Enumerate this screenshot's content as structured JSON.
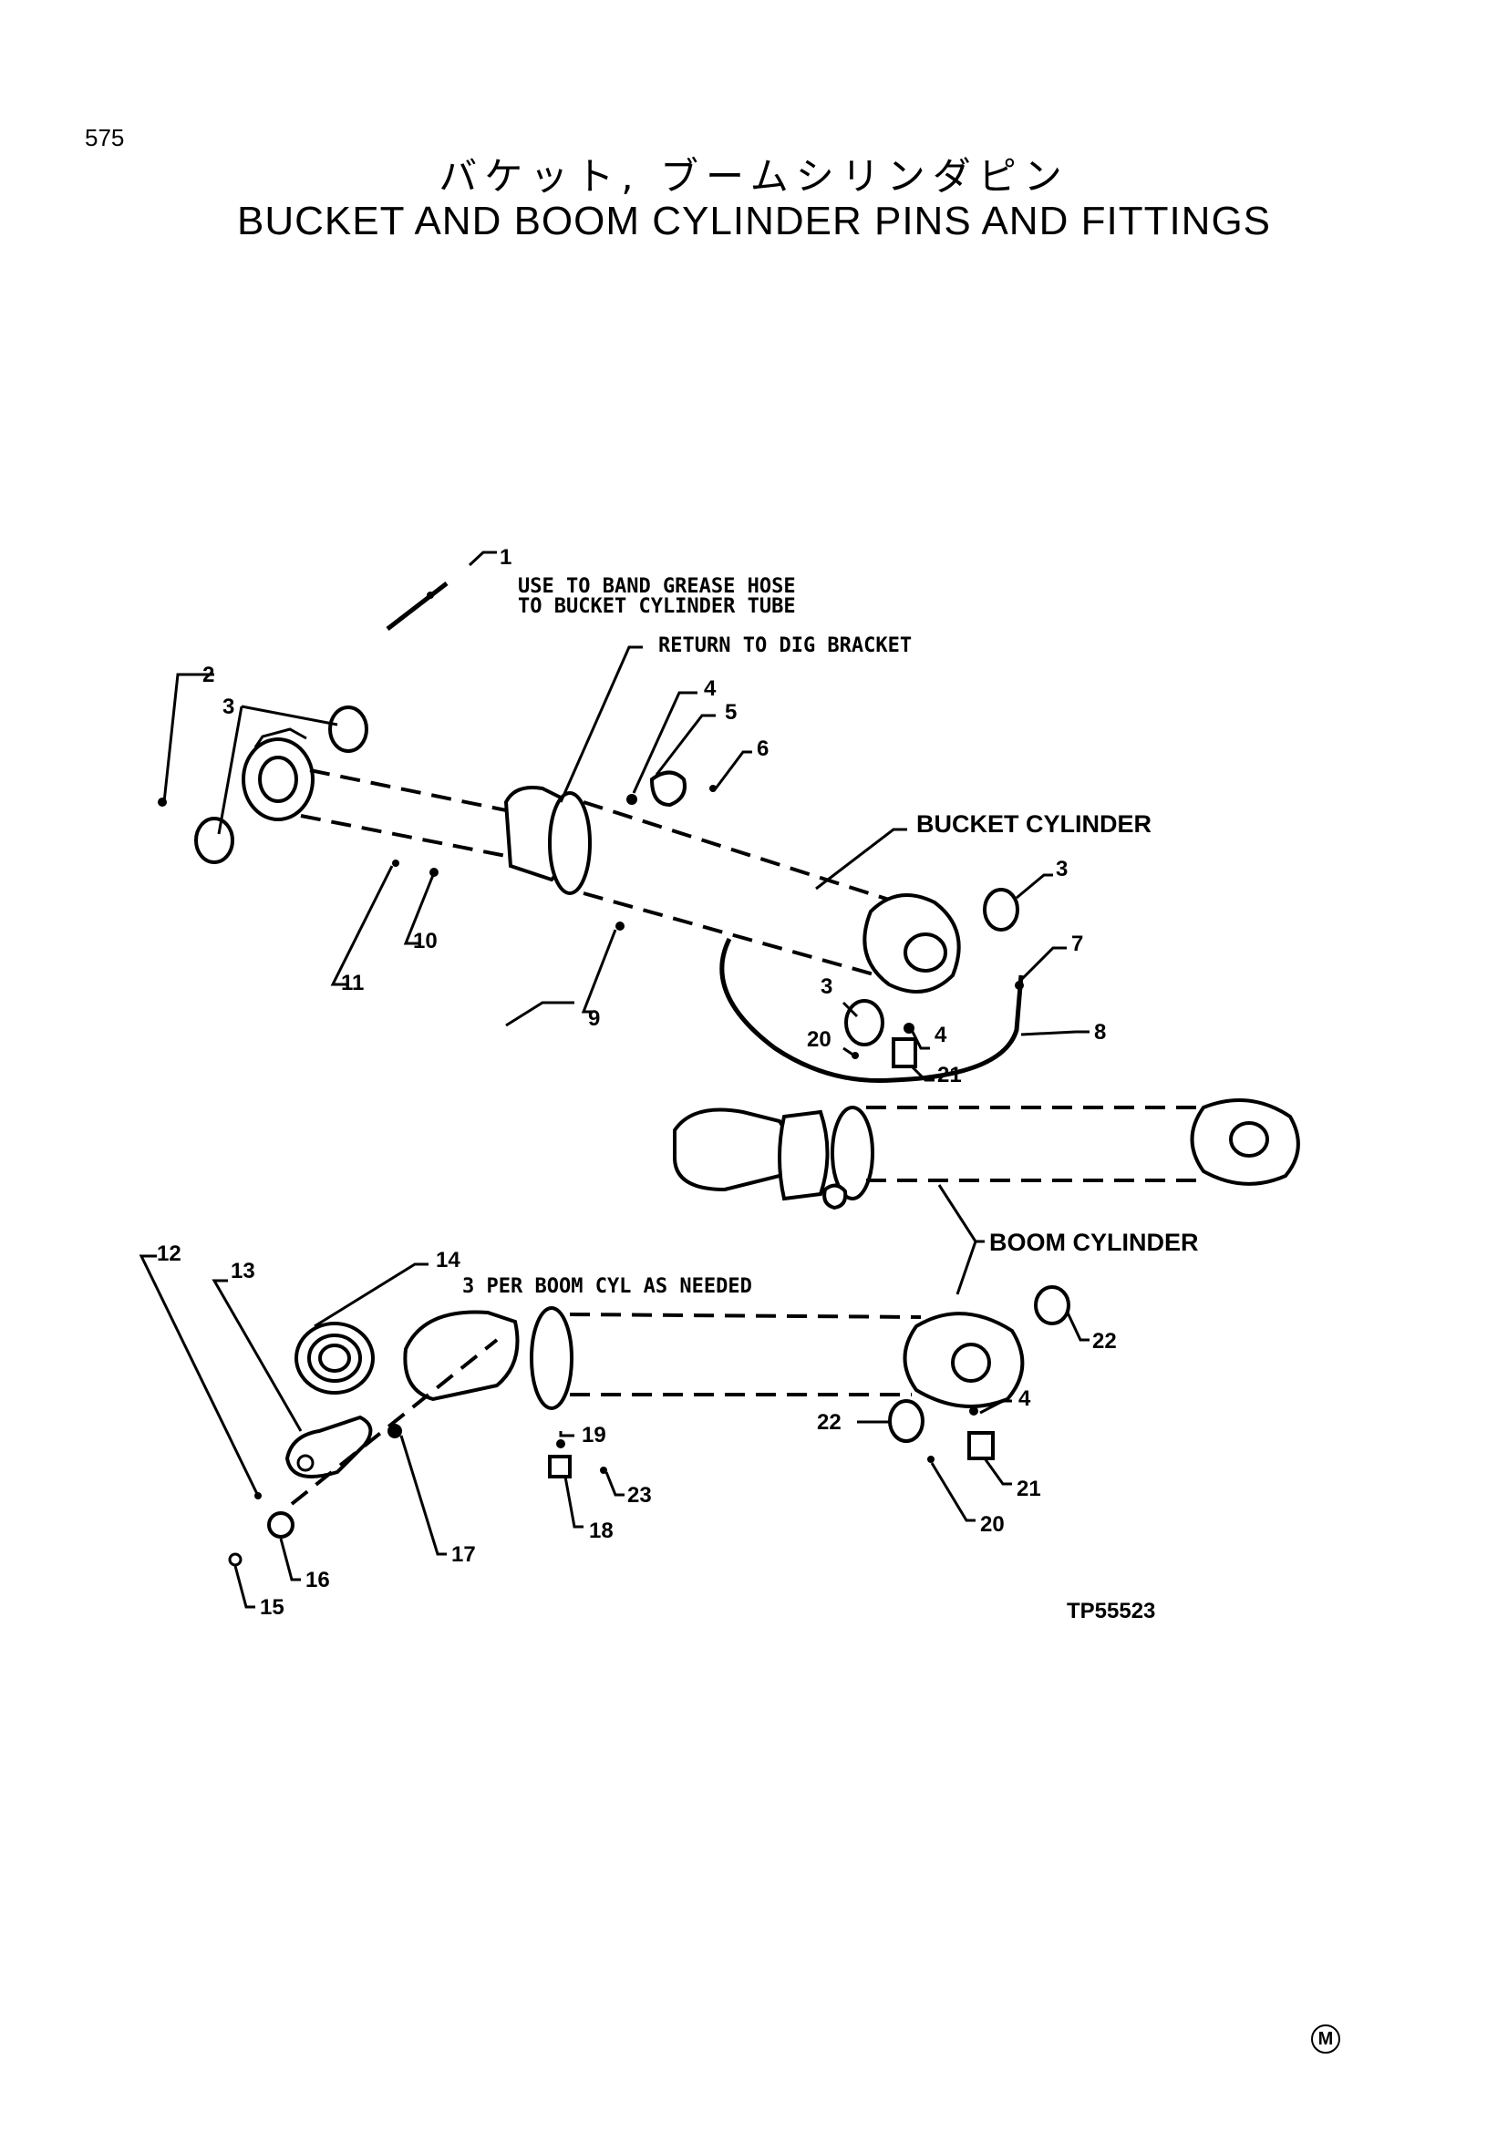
{
  "page_number": "575",
  "title_jp": "バケット, ブームシリンダピン",
  "title_en": "BUCKET AND BOOM CYLINDER PINS AND FITTINGS",
  "notes": {
    "band_line1": "USE TO BAND GREASE HOSE",
    "band_line2": "TO BUCKET CYLINDER TUBE",
    "return": "RETURN TO DIG BRACKET",
    "per_boom": "3 PER BOOM CYL AS NEEDED"
  },
  "labels": {
    "bucket_cylinder": "BUCKET CYLINDER",
    "boom_cylinder": "BOOM CYLINDER"
  },
  "callouts": {
    "c1": "1",
    "c2": "2",
    "c3a": "3",
    "c3b": "3",
    "c3c": "3",
    "c4a": "4",
    "c4b": "4",
    "c4c": "4",
    "c5": "5",
    "c6": "6",
    "c7": "7",
    "c8": "8",
    "c9": "9",
    "c10": "10",
    "c11": "11",
    "c12": "12",
    "c13": "13",
    "c14": "14",
    "c15": "15",
    "c16": "16",
    "c17": "17",
    "c18": "18",
    "c19": "19",
    "c20a": "20",
    "c20b": "20",
    "c21a": "21",
    "c21b": "21",
    "c22a": "22",
    "c22b": "22",
    "c23": "23"
  },
  "figure_id": "TP55523",
  "mark": "M"
}
